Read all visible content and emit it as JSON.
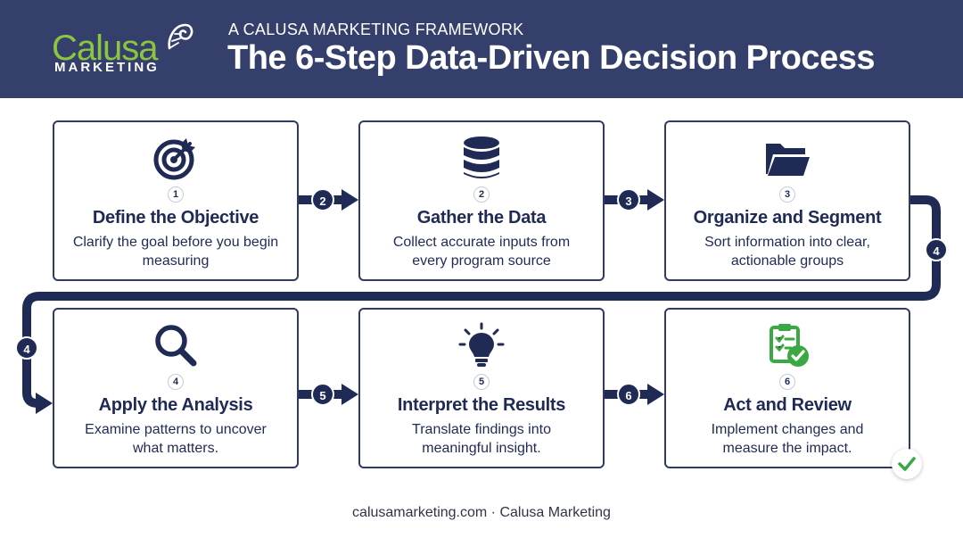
{
  "header": {
    "logo_word": "Calusa",
    "logo_sub": "MARKETING",
    "kicker": "A CALUSA MARKETING FRAMEWORK",
    "title": "The 6-Step Data-Driven Decision Process"
  },
  "steps": [
    {
      "number": "1",
      "title": "Define the Objective",
      "description": "Clarify the goal before you begin measuring",
      "icon": "target-icon"
    },
    {
      "number": "2",
      "title": "Gather the Data",
      "description": "Collect accurate inputs from every program source",
      "icon": "database-icon"
    },
    {
      "number": "3",
      "title": "Organize and Segment",
      "description": "Sort information into clear, actionable groups",
      "icon": "folder-icon"
    },
    {
      "number": "4",
      "title": "Apply the Analysis",
      "description": "Examine patterns to uncover what matters.",
      "icon": "magnifier-icon"
    },
    {
      "number": "5",
      "title": "Interpret the Results",
      "description": "Translate findings into meaningful insight.",
      "icon": "lightbulb-icon"
    },
    {
      "number": "6",
      "title": "Act and Review",
      "description": "Implement changes and measure the impact.",
      "icon": "clipboard-check-icon"
    }
  ],
  "connectors": [
    {
      "label": "2"
    },
    {
      "label": "3"
    },
    {
      "label": "4"
    },
    {
      "label": "4"
    },
    {
      "label": "5"
    },
    {
      "label": "6"
    }
  ],
  "footer": "calusamarketing.com · Calusa Marketing",
  "colors": {
    "navy": "#1f2a55",
    "header": "#34406b",
    "green": "#8cc63f",
    "check_green": "#3aa843"
  }
}
